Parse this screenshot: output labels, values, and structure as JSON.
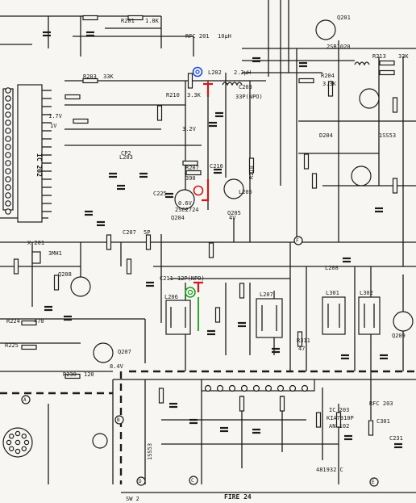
{
  "labels": {
    "ic202": "IC 202",
    "ic203": "IC 203",
    "ic203_part": "KIA7310P",
    "ic203_alt": "AN 102",
    "q201": "Q201",
    "q201_part": "2SB1020",
    "q204": "Q204",
    "q204_part": "2SC2724",
    "q205": "Q205",
    "q207": "Q207",
    "q208": "Q208",
    "q209": "Q209",
    "d204": "D204",
    "d204_part": "1SS53",
    "l202": "L202",
    "l202_val": "2.2μH",
    "l203": "L203",
    "l205": "L205",
    "l206": "L206",
    "l207": "L207",
    "l208": "L208",
    "l301": "L301",
    "l302": "L302",
    "x201": "X 201",
    "rfc201": "RFC 201",
    "rfc201_val": "10μH",
    "rfc203": "RFC 203",
    "c203": "C203",
    "c203_val": "33P(NPO)",
    "c207": "C207",
    "c207_val": "5P",
    "c211": "C211",
    "c211_val": "12P(NPO)",
    "c216": "C216",
    "c225": "C225",
    "c231": "C231",
    "c301": "C301",
    "r201": "R201",
    "r201_val": "1.8K",
    "r203": "R203",
    "r203_val": "33K",
    "r204": "R204",
    "r204_val": "3.3K",
    "r207": "R207",
    "r207_val": "390",
    "r210": "R210",
    "r210_val": "3.3K",
    "r213": "R213",
    "r213_val": "33K",
    "r218": "R218",
    "r224": "R224",
    "r224_val": "470",
    "r225": "R225",
    "r230": "R230",
    "r230_val": "120",
    "r311": "R311",
    "r311_val": "47",
    "cp2": "CP2",
    "v_1v": "1V",
    "v_17v": "1.7V",
    "v_3_2v": "3.2V",
    "v_4v": "4V",
    "v_8_4v": "8.4V",
    "v_0_6v": "0.6V",
    "ref_code": "481932 C",
    "page": "FIRE  24",
    "section": "SW 2",
    "sig": "3MH1",
    "d205": "1SS53",
    "conn_a": "A",
    "conn_b": "B",
    "conn_c": "C",
    "conn_d": "D",
    "conn_e": "E",
    "conn_f": "F"
  },
  "colors": {
    "ink": "#1b1b1b",
    "paper": "#f7f6f2",
    "marker_blue": "#1f4fd8",
    "marker_red": "#d01818",
    "marker_green": "#1aa31a"
  }
}
